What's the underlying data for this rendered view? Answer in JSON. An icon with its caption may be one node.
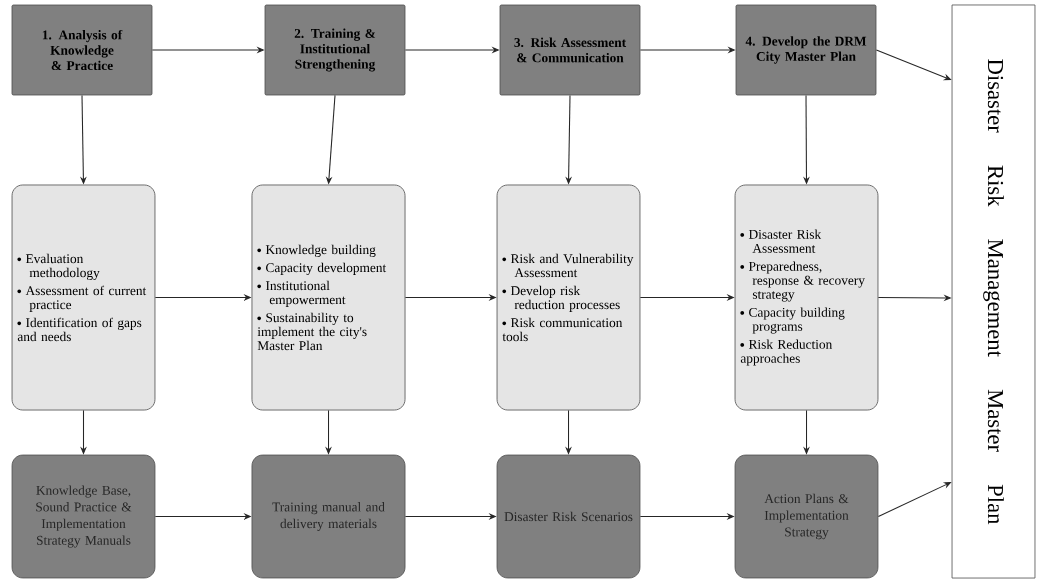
{
  "diagram": {
    "nodes": [
      {
        "text": [
          "1. Analysis of Knowledge & Practice"
        ]
      },
      {
        "text": [
          "2. Training & Institutional Strengthening"
        ]
      },
      {
        "text": [
          "3. Risk Assessment & Communication"
        ]
      },
      {
        "text": [
          "4. Develop the DRM City Master Plan"
        ]
      },
      {
        "text": [
          "Disaster Risk Management Master Plan"
        ]
      },
      {
        "text": [
          "Evaluation methodology",
          "Assessment of current practice",
          "Identification of gaps and needs"
        ]
      },
      {
        "text": [
          "Knowledge building",
          "Capacity development",
          "Institutional empowerment",
          "Sustainability to implement the city's Master Plan"
        ]
      },
      {
        "text": [
          "Risk and Vulnerability Assessment",
          "Develop risk reduction processes",
          "Risk communication tools"
        ]
      },
      {
        "text": [
          "Disaster Risk Assessment",
          "Preparedness, response & recovery strategy",
          "Capacity building programs",
          "Risk Reduction approaches"
        ]
      },
      {
        "text": [
          "Knowledge Base, Sound Practice & Implementation Strategy Manuals"
        ]
      },
      {
        "text": [
          "Training manual and delivery materials"
        ]
      },
      {
        "text": [
          "Disaster Risk Scenarios"
        ]
      },
      {
        "text": [
          "Action Plans & Implementation Strategy"
        ]
      }
    ],
    "edges": [
      {
        "from": 0,
        "to": 1,
        "arrow": "to"
      },
      {
        "from": 1,
        "to": 2,
        "arrow": "to"
      },
      {
        "from": 2,
        "to": 3,
        "arrow": "to"
      },
      {
        "from": 3,
        "to": 4,
        "arrow": "to"
      },
      {
        "from": 0,
        "to": 5,
        "arrow": "to"
      },
      {
        "from": 1,
        "to": 6,
        "arrow": "to"
      },
      {
        "from": 2,
        "to": 7,
        "arrow": "to"
      },
      {
        "from": 3,
        "to": 8,
        "arrow": "to"
      },
      {
        "from": 5,
        "to": 6,
        "arrow": "to"
      },
      {
        "from": 6,
        "to": 7,
        "arrow": "to"
      },
      {
        "from": 7,
        "to": 8,
        "arrow": "to"
      },
      {
        "from": 8,
        "to": 4,
        "arrow": "to"
      },
      {
        "from": 5,
        "to": 9,
        "arrow": "to"
      },
      {
        "from": 6,
        "to": 10,
        "arrow": "to"
      },
      {
        "from": 7,
        "to": 11,
        "arrow": "to"
      },
      {
        "from": 8,
        "to": 12,
        "arrow": "to"
      },
      {
        "from": 9,
        "to": 10,
        "arrow": "to"
      },
      {
        "from": 10,
        "to": 11,
        "arrow": "to"
      },
      {
        "from": 11,
        "to": 12,
        "arrow": "to"
      },
      {
        "from": 12,
        "to": 4,
        "arrow": "to"
      }
    ]
  }
}
